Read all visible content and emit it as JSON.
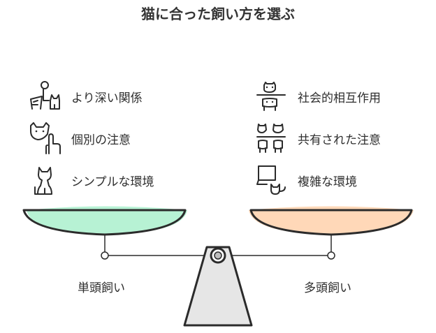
{
  "title": "猫に合った飼い方を選ぶ",
  "left": {
    "label": "単頭飼い",
    "pan_color": "#b7f2d4",
    "items": [
      {
        "label": "より深い関係",
        "icon": "person-cat-icon"
      },
      {
        "label": "個別の注意",
        "icon": "cat-hand-icon"
      },
      {
        "label": "シンプルな環境",
        "icon": "sitting-cat-icon"
      }
    ]
  },
  "right": {
    "label": "多頭飼い",
    "pan_color": "#ffd8b8",
    "items": [
      {
        "label": "社会的相互作用",
        "icon": "two-cats-icon"
      },
      {
        "label": "共有された注意",
        "icon": "four-cats-icon"
      },
      {
        "label": "複雑な環境",
        "icon": "cat-house-icon"
      }
    ]
  }
}
